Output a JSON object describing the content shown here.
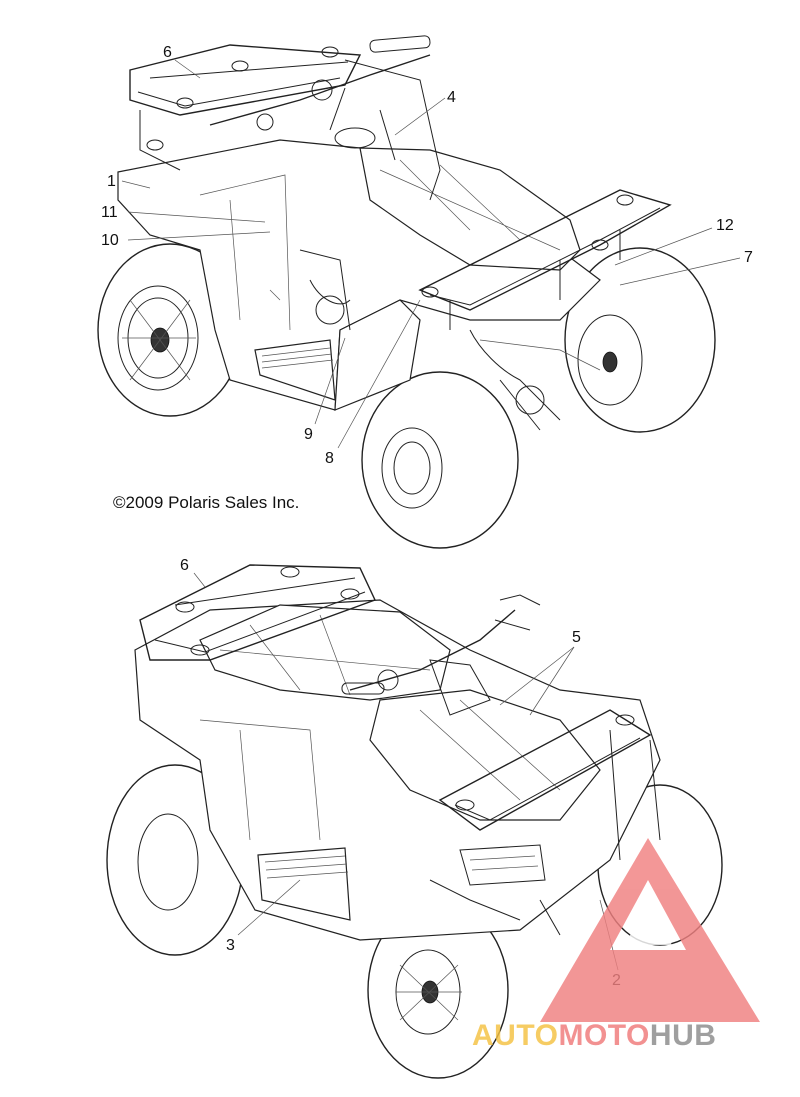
{
  "diagram": {
    "copyright": "©2009 Polaris Sales Inc.",
    "top_view_callouts": [
      "6",
      "4",
      "1",
      "11",
      "10",
      "12",
      "7",
      "9",
      "8"
    ],
    "bottom_view_callouts": [
      "6",
      "5",
      "3",
      "2"
    ]
  },
  "watermark": {
    "text_part1": "AUTO",
    "text_part2": "MOTO",
    "text_part3": "HUB",
    "colors": {
      "yellow": "#f5c242",
      "red": "#f07a7a",
      "gray": "#8a8a8a",
      "triangle": "#f08080"
    }
  }
}
